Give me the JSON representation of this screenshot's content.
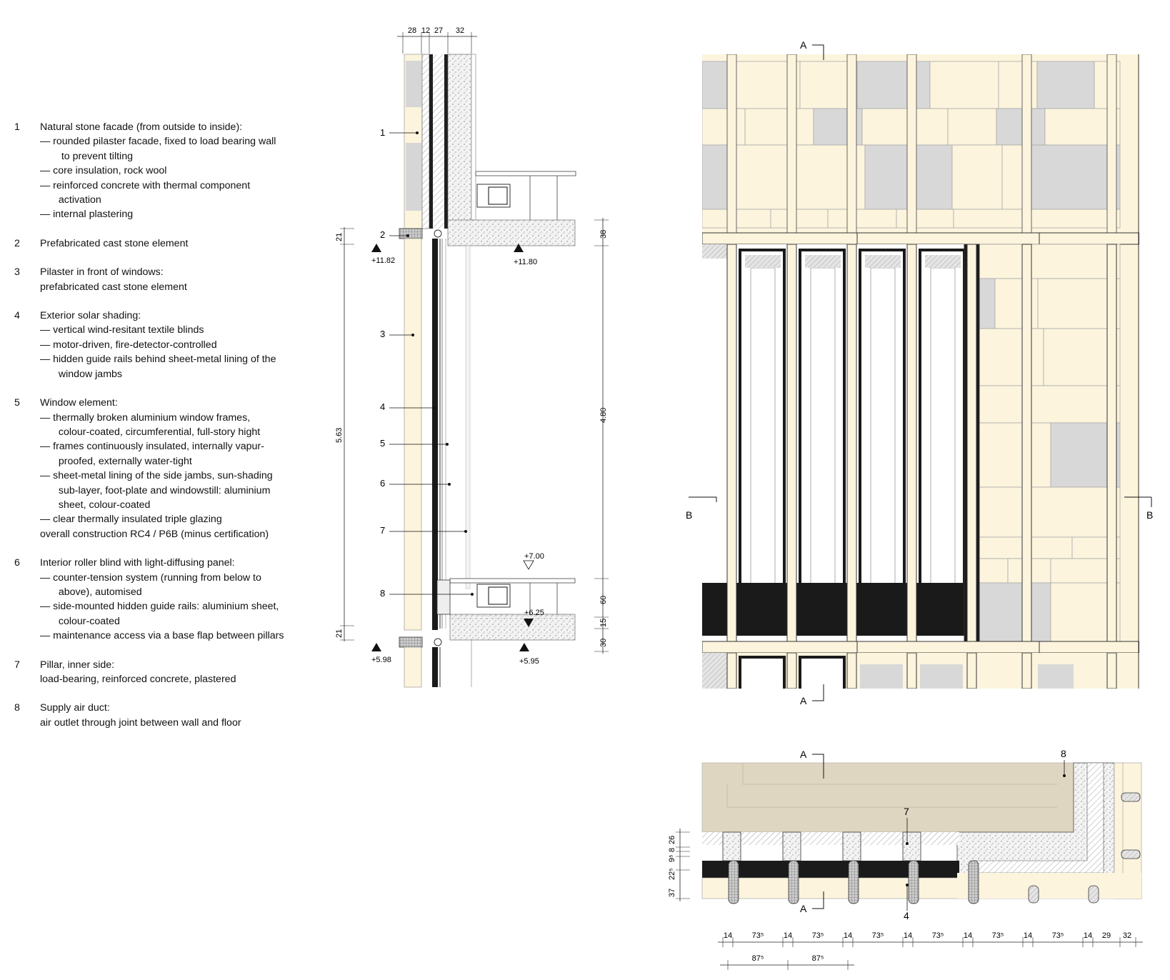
{
  "legend": [
    {
      "num": "1",
      "head": "Natural stone facade (from outside to inside):",
      "lines": [
        "— rounded pilaster facade, fixed to load bearing wall\n   to prevent tilting",
        "— core insulation, rock wool",
        "— reinforced concrete with thermal component\n  activation",
        "— internal plastering"
      ],
      "plain": false
    },
    {
      "num": "2",
      "head": "Prefabricated cast stone element",
      "lines": [],
      "plain": false
    },
    {
      "num": "3",
      "head": "Pilaster in front of windows:",
      "lines": [
        "prefabricated cast stone element"
      ],
      "plain": true
    },
    {
      "num": "4",
      "head": "Exterior solar shading:",
      "lines": [
        "— vertical wind-resitant textile blinds",
        "— motor-driven, fire-detector-controlled",
        "— hidden guide rails behind sheet-metal lining of the\n  window jambs"
      ],
      "plain": false
    },
    {
      "num": "5",
      "head": "Window element:",
      "lines": [
        "— thermally broken aluminium window frames,\n  colour-coated, circumferential, full-story hight",
        "— frames continuously insulated, internally vapur-\n  proofed, externally water-tight",
        "— sheet-metal lining of the side jambs, sun-shading\n  sub-layer, foot-plate and windowstill: aluminium\n  sheet, colour-coated",
        "— clear thermally insulated triple glazing"
      ],
      "plain": false,
      "tail": "overall construction RC4 / P6B (minus certification)"
    },
    {
      "num": "6",
      "head": "Interior roller blind with light-diffusing panel:",
      "lines": [
        "— counter-tension system (running from below to\n  above), automised",
        "— side-mounted hidden guide rails: aluminium sheet,\n  colour-coated",
        "— maintenance access via a base flap between pillars"
      ],
      "plain": false
    },
    {
      "num": "7",
      "head": "Pillar, inner side:",
      "lines": [
        "load-bearing, reinforced concrete, plastered"
      ],
      "plain": true
    },
    {
      "num": "8",
      "head": "Supply air duct:",
      "lines": [
        "air outlet through joint between wall and floor"
      ],
      "plain": true
    }
  ],
  "section": {
    "top_dims": [
      "28",
      "12",
      "27",
      "32"
    ],
    "callouts": [
      "1",
      "2",
      "3",
      "4",
      "5",
      "6",
      "7",
      "8"
    ],
    "levels": [
      "+11.82",
      "+11.80",
      "+7.00",
      "+6.25",
      "+5.98",
      "+5.95"
    ],
    "left_dims": [
      "21",
      "5.63",
      "21"
    ],
    "right_dims": [
      "38",
      "4.80",
      "60",
      "15",
      "30"
    ]
  },
  "elevation": {
    "cut_a": "A",
    "cut_b": "B"
  },
  "plan": {
    "cut_a": "A",
    "callouts": [
      "8",
      "7",
      "4"
    ],
    "left_dims": [
      "26",
      "8",
      "9⁵",
      "22⁵",
      "37"
    ],
    "bottom_dims": [
      "14",
      "73⁵",
      "14",
      "73⁵",
      "14",
      "73⁵",
      "14",
      "73⁵",
      "14",
      "73⁵",
      "14",
      "73⁵",
      "14",
      "29",
      "32"
    ],
    "bottom_dims2": [
      "87⁵",
      "87⁵"
    ]
  },
  "colors": {
    "cream": "#fcf4dd",
    "grey_stone": "#d8d8d8",
    "beige_floor": "#ded6c0",
    "dark": "#1a1a1a"
  }
}
